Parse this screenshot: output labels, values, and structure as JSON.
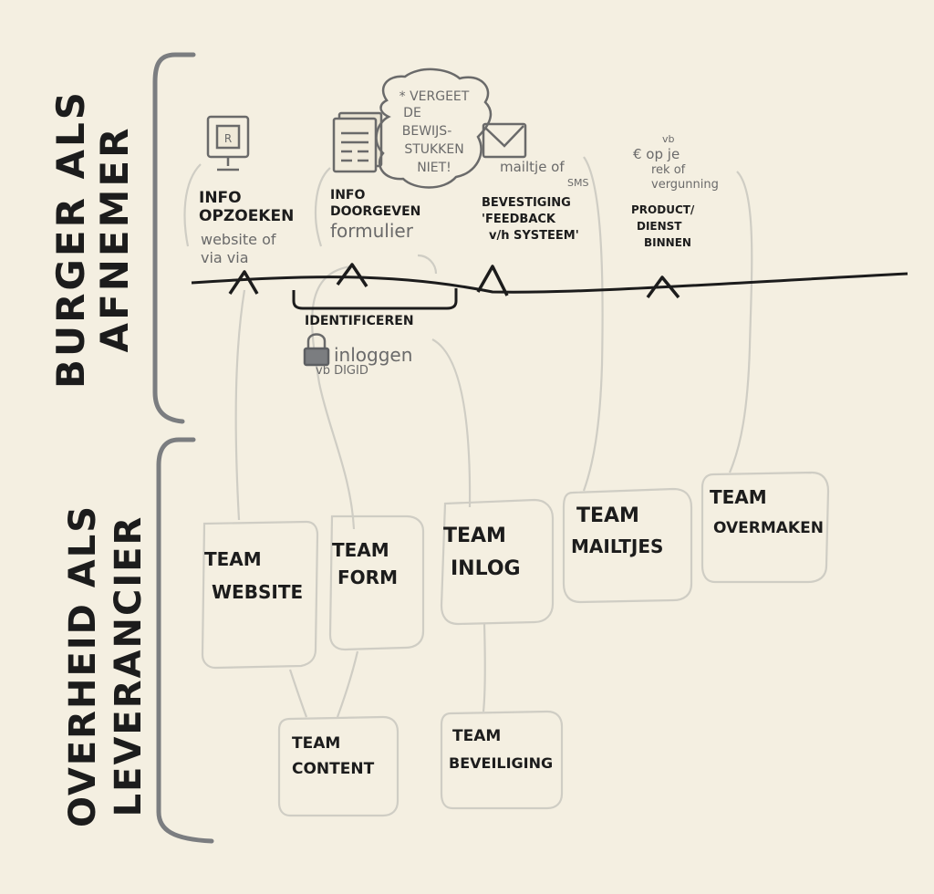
{
  "colors": {
    "background": "#f4efe1",
    "ink": "#1c1c1c",
    "pencil": "#6a6a6a",
    "faint": "#cfcdc4",
    "brace": "#7b7d80"
  },
  "groups": {
    "top": {
      "line1": "BURGER ALS",
      "line2": "AFNEMER"
    },
    "bottom": {
      "line1": "OVERHEID ALS",
      "line2": "LEVERANCIER"
    }
  },
  "steps": [
    {
      "icon": "monitor-icon",
      "title1": "INFO",
      "title2": "OPZOEKEN",
      "title3": "",
      "note1": "website of",
      "note2": "via via"
    },
    {
      "icon": "form-icon",
      "title1": "INFO",
      "title2": "DOORGEVEN",
      "title3": "",
      "note1": "formulier",
      "note2": ""
    },
    {
      "icon": "envelope-icon",
      "title1": "BEVESTIGING",
      "title2": "'FEEDBACK",
      "title3": "v/h SYSTEEM'",
      "note1": "mailtje of",
      "note2": "SMS"
    },
    {
      "icon": "euro-icon",
      "title1": "PRODUCT/",
      "title2": "DIENST",
      "title3": "BINNEN",
      "note1": "vb",
      "note2": "€ op je",
      "note3": "rek of",
      "note4": "vergunning"
    }
  ],
  "callout": {
    "line1": "* VERGEET",
    "line2": "DE",
    "line3": "BEWIJS-",
    "line4": "STUKKEN",
    "line5": "NIET!"
  },
  "identify": {
    "label": "IDENTIFICEREN",
    "note1": "inloggen",
    "note2": "vb DIGID"
  },
  "teams": [
    {
      "line1": "TEAM",
      "line2": "WEBSITE"
    },
    {
      "line1": "TEAM",
      "line2": "FORM"
    },
    {
      "line1": "TEAM",
      "line2": "INLOG"
    },
    {
      "line1": "TEAM",
      "line2": "MAILTJES"
    },
    {
      "line1": "TEAM",
      "line2": "OVERMAKEN"
    },
    {
      "line1": "TEAM",
      "line2": "CONTENT"
    },
    {
      "line1": "TEAM",
      "line2": "BEVEILIGING"
    }
  ]
}
